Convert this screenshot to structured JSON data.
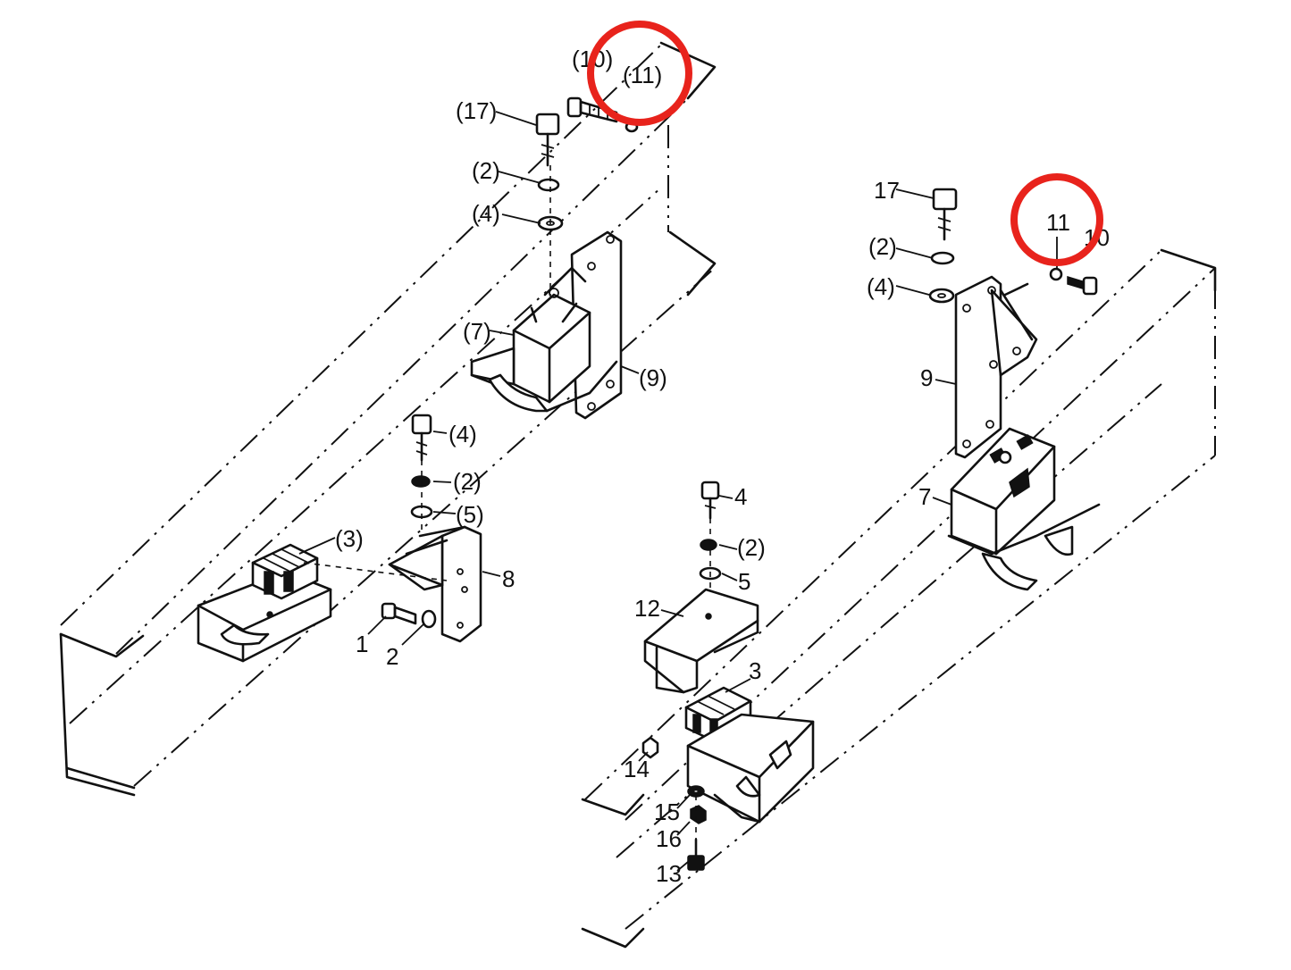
{
  "labels": {
    "l_10_top": "(10)",
    "l_11_top": "(11)",
    "l_17_left": "(17)",
    "l_2_left": "(2)",
    "l_4_left": "(4)",
    "l_7_left": "(7)",
    "l_9_left": "(9)",
    "l_4_mid": "(4)",
    "l_2_mid": "(2)",
    "l_5_mid": "(5)",
    "l_3_mid": "(3)",
    "l_8": "8",
    "l_1": "1",
    "l_2_bot": "2",
    "l_17_right": "17",
    "l_2_right": "(2)",
    "l_4_right": "(4)",
    "l_11_right": "11",
    "l_10_right": "10",
    "l_9_right": "9",
    "l_7_right": "7",
    "l_4_c": "4",
    "l_2_c": "(2)",
    "l_5_c": "5",
    "l_12": "12",
    "l_3_c": "3",
    "l_14": "14",
    "l_15": "15",
    "l_16": "16",
    "l_13": "13"
  },
  "highlight_color": "#e8231c"
}
